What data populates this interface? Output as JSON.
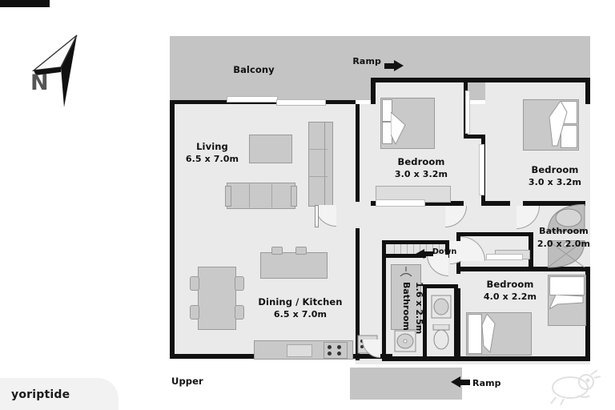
{
  "document": {
    "type": "floor-plan",
    "level_label": "Upper",
    "watermark_text": "yoriptide",
    "compass_label": "N"
  },
  "colors": {
    "wall": "#111111",
    "room_fill": "#eaeaea",
    "exterior_fill": "#c4c4c4",
    "furniture": "#c9c9c9",
    "page": "#ffffff"
  },
  "annotations": {
    "ramp_top": {
      "label": "Ramp",
      "direction": "right"
    },
    "ramp_bottom": {
      "label": "Ramp",
      "direction": "left"
    },
    "stairs": {
      "label": "Down",
      "direction": "left"
    }
  },
  "areas": {
    "balcony": {
      "name": "Balcony",
      "dimensions": ""
    },
    "living": {
      "name": "Living",
      "dimensions": "6.5 x 7.0m"
    },
    "dining_kitchen": {
      "name": "Dining / Kitchen",
      "dimensions": "6.5 x 7.0m"
    },
    "bedroom_1": {
      "name": "Bedroom",
      "dimensions": "3.0 x 3.2m"
    },
    "bedroom_2": {
      "name": "Bedroom",
      "dimensions": "3.0 x 3.2m"
    },
    "bedroom_3": {
      "name": "Bedroom",
      "dimensions": "4.0 x 2.2m"
    },
    "bathroom_main": {
      "name": "Bathroom",
      "dimensions": "2.0 x 2.0m"
    },
    "bathroom_central": {
      "name": "Bathroom",
      "dimensions": "1.6 x 2.5m"
    }
  }
}
